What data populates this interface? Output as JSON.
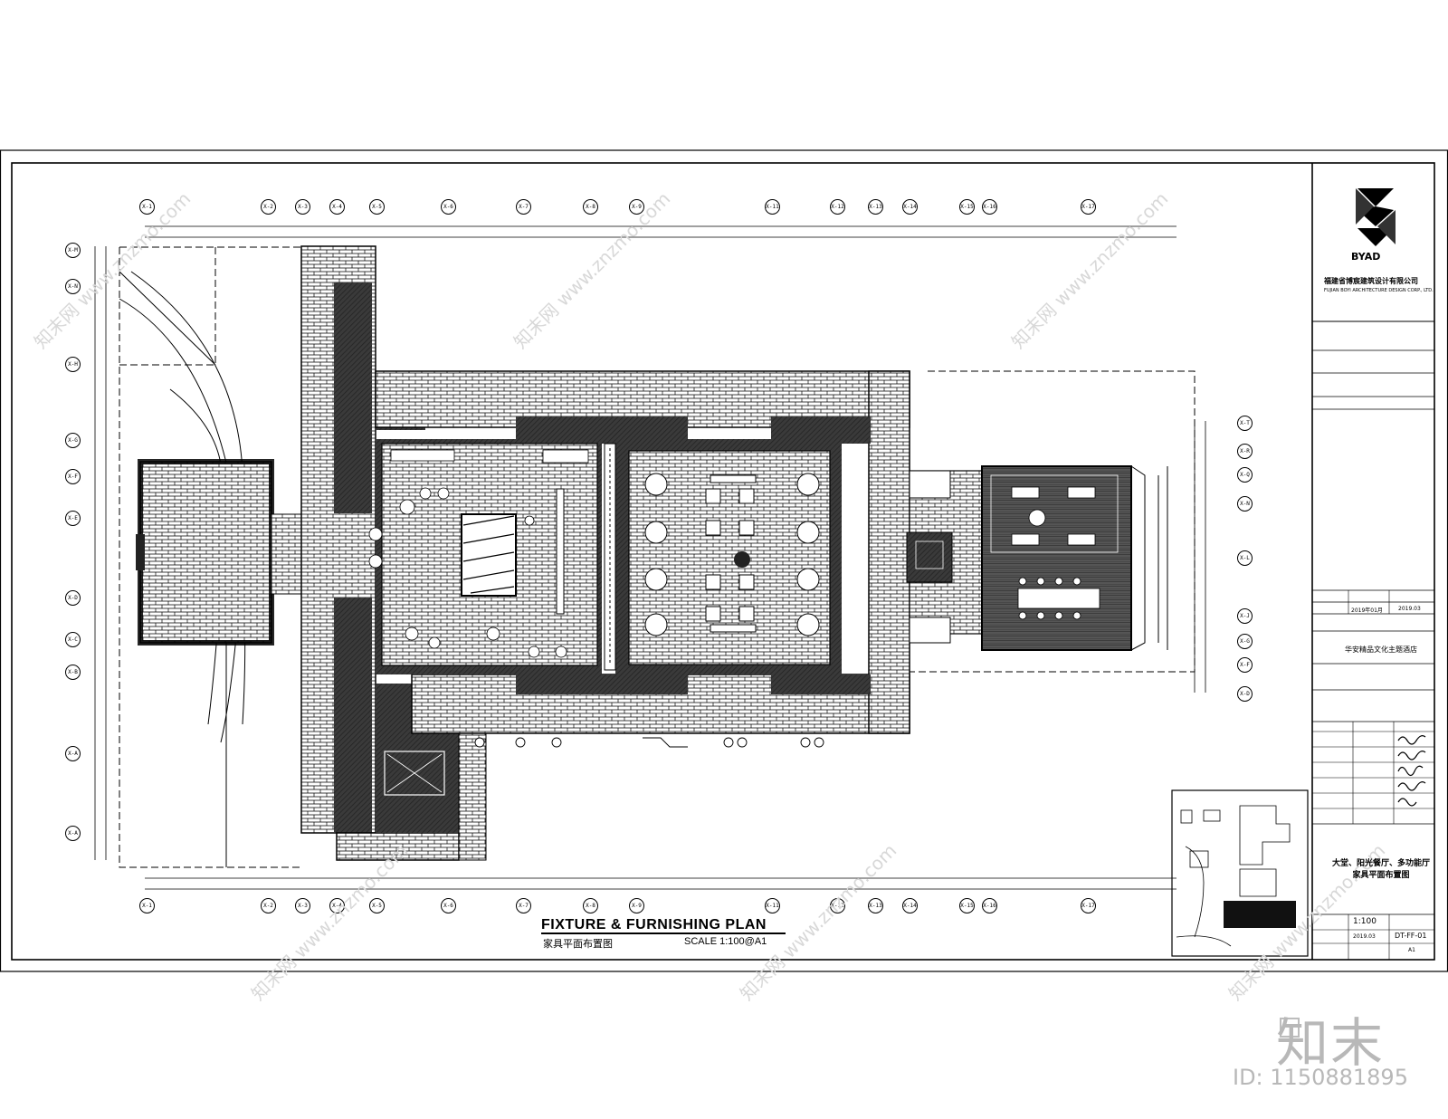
{
  "plan": {
    "title_en": "FIXTURE & FURNISHING PLAN",
    "title_cn": "家具平面布置图",
    "scale": "SCALE  1:100@A1"
  },
  "title_block": {
    "logo_text": "BYAD",
    "firm_cn": "福建省博宸建筑设计有限公司",
    "firm_en": "FUJIAN BOYI ARCHITECTURE DESIGN CORP., LTD.",
    "date_1": "2019年01月",
    "date_2": "2019.03",
    "project_name": "华安精品文化主题酒店",
    "drawing_title_1": "大堂、阳光餐厅、多功能厅",
    "drawing_title_2": "家具平面布置图",
    "scale_value": "1:100",
    "date_3": "2019.03",
    "drawing_no": "DT-FF-01",
    "sheet_size": "A1"
  },
  "grid_top": [
    "X-1",
    "X-2",
    "X-3",
    "X-4",
    "X-5",
    "X-6",
    "X-7",
    "X-8",
    "X-9",
    "X-11",
    "X-12",
    "X-13",
    "X-14",
    "X-15",
    "X-16",
    "X-17"
  ],
  "grid_left": [
    "X-M",
    "X-N",
    "X-H",
    "X-G",
    "X-F",
    "X-E",
    "X-D",
    "X-C",
    "X-B",
    "X-A",
    "X-A"
  ],
  "grid_right": [
    "X-T",
    "X-R",
    "X-Q",
    "X-N",
    "X-L",
    "X-J",
    "X-G",
    "X-F",
    "X-D"
  ],
  "watermark": {
    "text": "知末网 www.znzmo.com",
    "brand": "知末",
    "id": "ID: 1150881895"
  }
}
